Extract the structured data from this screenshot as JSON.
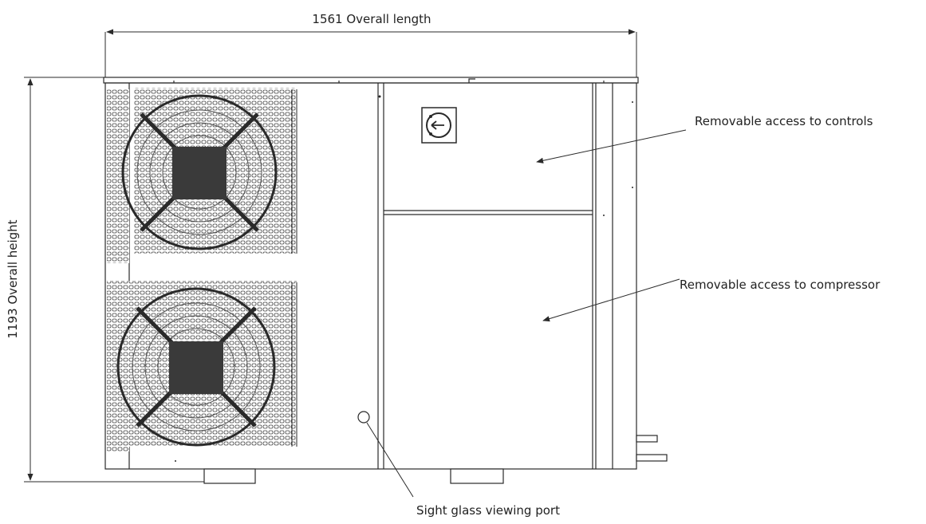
{
  "dimensions": {
    "length_label": "1561 Overall length",
    "height_label": "1193 Overall height"
  },
  "callouts": {
    "controls": "Removable access to controls",
    "compressor": "Removable access to compressor",
    "sight_glass": "Sight glass viewing port"
  },
  "colors": {
    "line": "#2a2a2a",
    "fan_hub": "#3a3a3a",
    "text": "#222222"
  }
}
